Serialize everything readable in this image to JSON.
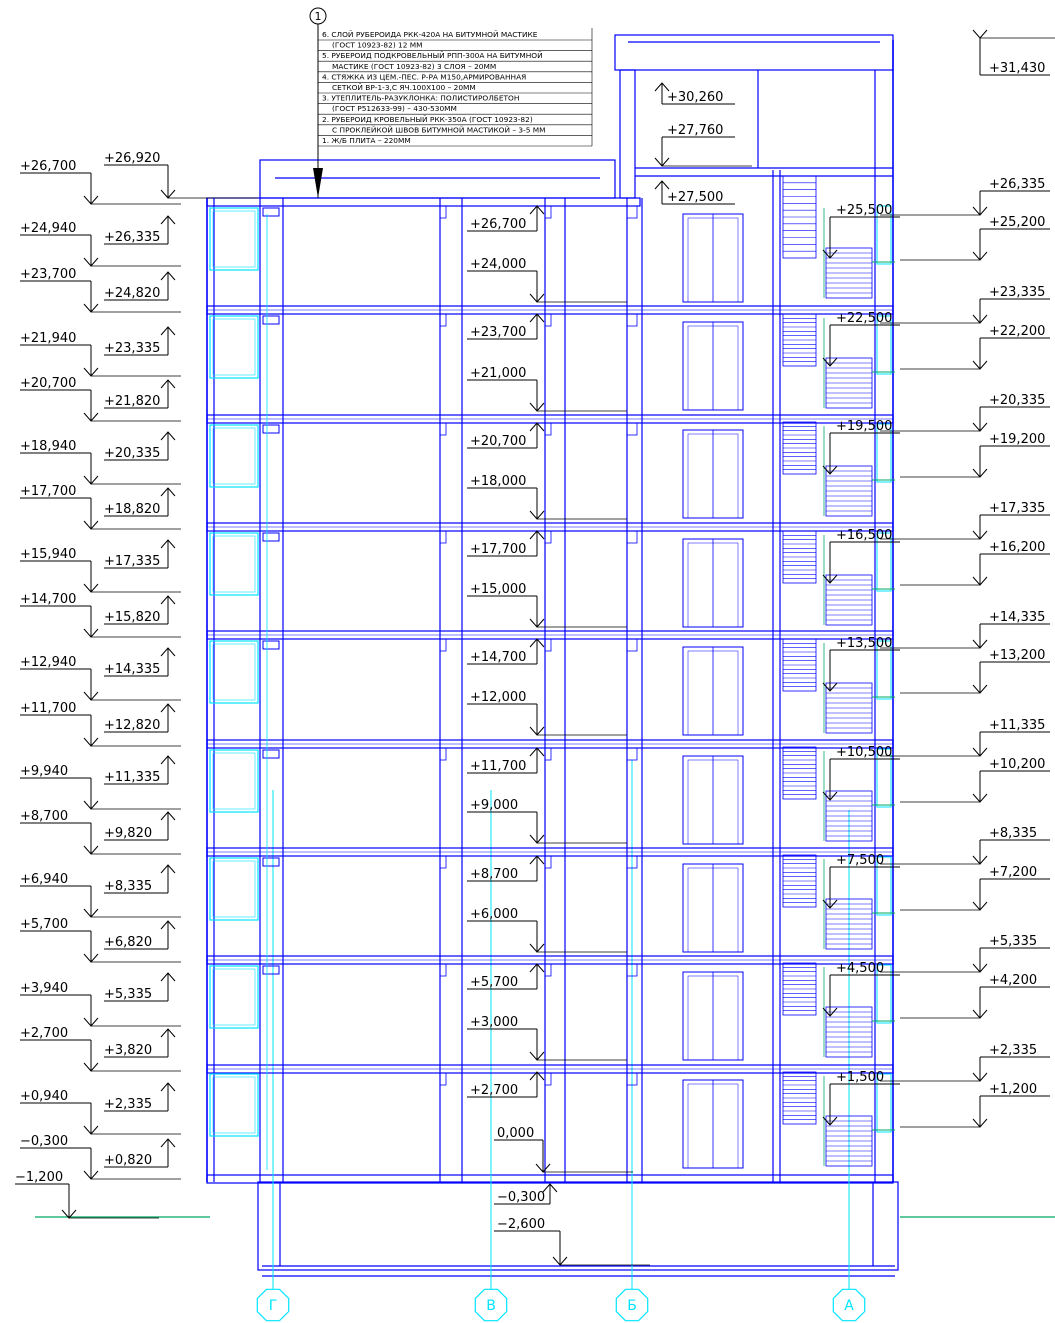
{
  "roof_notes": [
    "6. СЛОЙ РУБЕРОИДА РКК-420А НА БИТУМНОЙ МАСТИКЕ",
    "(ГОСТ 10923-82) 12 ММ",
    "5. РУБЕРОИД ПОДКРОВЕЛЬНЫЙ РПП-300А НА БИТУМНОЙ",
    "МАСТИКЕ (ГОСТ 10923-82) 3 СЛОЯ – 20ММ",
    "4. СТЯЖКА ИЗ ЦЕМ.-ПЕС. Р-РА М150,АРМИРОВАННАЯ",
    "СЕТКОЙ ВР-1-3,С ЯЧ.100Х100 – 20ММ",
    "3. УТЕПЛИТЕЛЬ-РАЗУКЛОНКА: ПОЛИСТИРОЛБЕТОН",
    "(ГОСТ Р51263З-99) – 430-530ММ",
    "2. РУБЕРОИД КРОВЕЛЬНЫЙ РКК-350А (ГОСТ 10923-82)",
    "С ПРОКЛЕЙКОЙ ШВОВ БИТУМНОЙ МАСТИКОЙ – 3-5 ММ",
    "1. Ж/Б ПЛИТА – 220ММ"
  ],
  "node_marker": "1",
  "axes": [
    "Г",
    "В",
    "Б",
    "А"
  ],
  "levels": {
    "left_outer": [
      "+26,700",
      "+24,940",
      "+23,700",
      "+21,940",
      "+20,700",
      "+18,940",
      "+17,700",
      "+15,940",
      "+14,700",
      "+12,940",
      "+11,700",
      "+9,940",
      "+8,700",
      "+6,940",
      "+5,700",
      "+3,940",
      "+2,700",
      "+0,940",
      "−0,300",
      "−1,200"
    ],
    "left_inner": [
      "+26,920",
      "+26,335",
      "+24,820",
      "+23,335",
      "+21,820",
      "+20,335",
      "+18,820",
      "+17,335",
      "+15,820",
      "+14,335",
      "+12,820",
      "+11,335",
      "+9,820",
      "+8,335",
      "+6,820",
      "+5,335",
      "+3,820",
      "+2,335",
      "+0,820"
    ],
    "center": [
      "+26,700",
      "+24,000",
      "+23,700",
      "+21,000",
      "+20,700",
      "+18,000",
      "+17,700",
      "+15,000",
      "+14,700",
      "+12,000",
      "+11,700",
      "+9,000",
      "+8,700",
      "+6,000",
      "+5,700",
      "+3,000",
      "+2,700",
      "0,000",
      "−0,300",
      "−2,600"
    ],
    "stair": [
      "+30,260",
      "+27,760",
      "+27,500",
      "+25,500",
      "+22,500",
      "+19,500",
      "+16,500",
      "+13,500",
      "+10,500",
      "+7,500",
      "+4,500",
      "+1,500"
    ],
    "right": [
      "+31,430",
      "+26,335",
      "+25,200",
      "+23,335",
      "+22,200",
      "+20,335",
      "+19,200",
      "+17,335",
      "+16,200",
      "+14,335",
      "+13,200",
      "+11,335",
      "+10,200",
      "+8,335",
      "+7,200",
      "+5,335",
      "+4,200",
      "+2,335",
      "+1,200"
    ]
  },
  "colors": {
    "structure": "#0000ff",
    "axis": "#00e5ff",
    "ground": "#00aa66",
    "text": "#000000"
  }
}
